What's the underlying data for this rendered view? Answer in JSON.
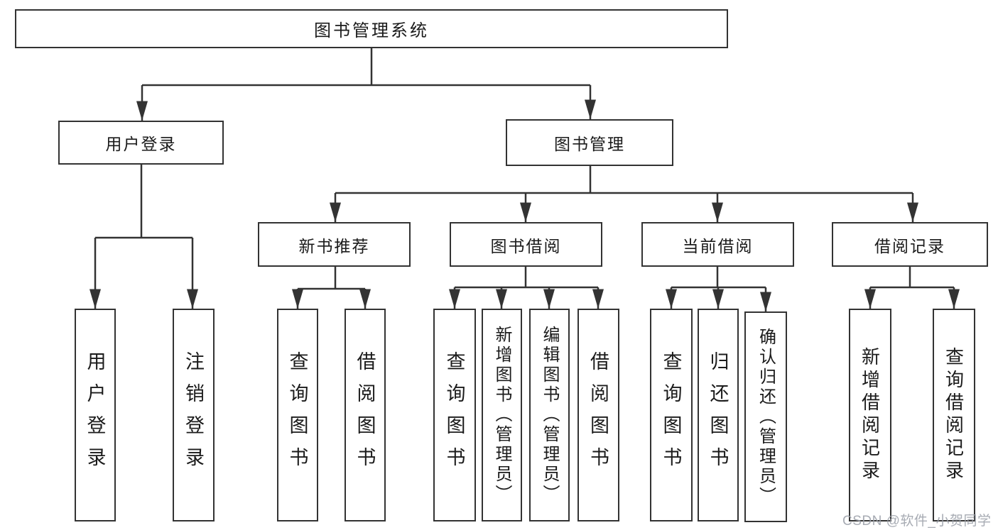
{
  "colors": {
    "line": "#333333",
    "text": "#1b1b1b",
    "fill": "#ffffff",
    "wm": "#9ba0a9"
  },
  "tree": {
    "root": {
      "label": "图书管理系统",
      "children": [
        {
          "label": "用户登录",
          "children": [
            {
              "label": "用户登录"
            },
            {
              "label": "注销登录"
            }
          ]
        },
        {
          "label": "图书管理",
          "children": [
            {
              "label": "新书推荐",
              "children": [
                {
                  "label": "查询图书"
                },
                {
                  "label": "借阅图书"
                }
              ]
            },
            {
              "label": "图书借阅",
              "children": [
                {
                  "label": "查询图书"
                },
                {
                  "label": "新增图书（管理员）"
                },
                {
                  "label": "编辑图书（管理员）"
                },
                {
                  "label": "借阅图书"
                }
              ]
            },
            {
              "label": "当前借阅",
              "children": [
                {
                  "label": "查询图书"
                },
                {
                  "label": "归还图书"
                },
                {
                  "label": "确认归还（管理员）"
                }
              ]
            },
            {
              "label": "借阅记录",
              "children": [
                {
                  "label": "新增借阅记录"
                },
                {
                  "label": "查询借阅记录"
                }
              ]
            }
          ]
        }
      ]
    }
  },
  "watermark": "CSDN @软件_小贺同学"
}
